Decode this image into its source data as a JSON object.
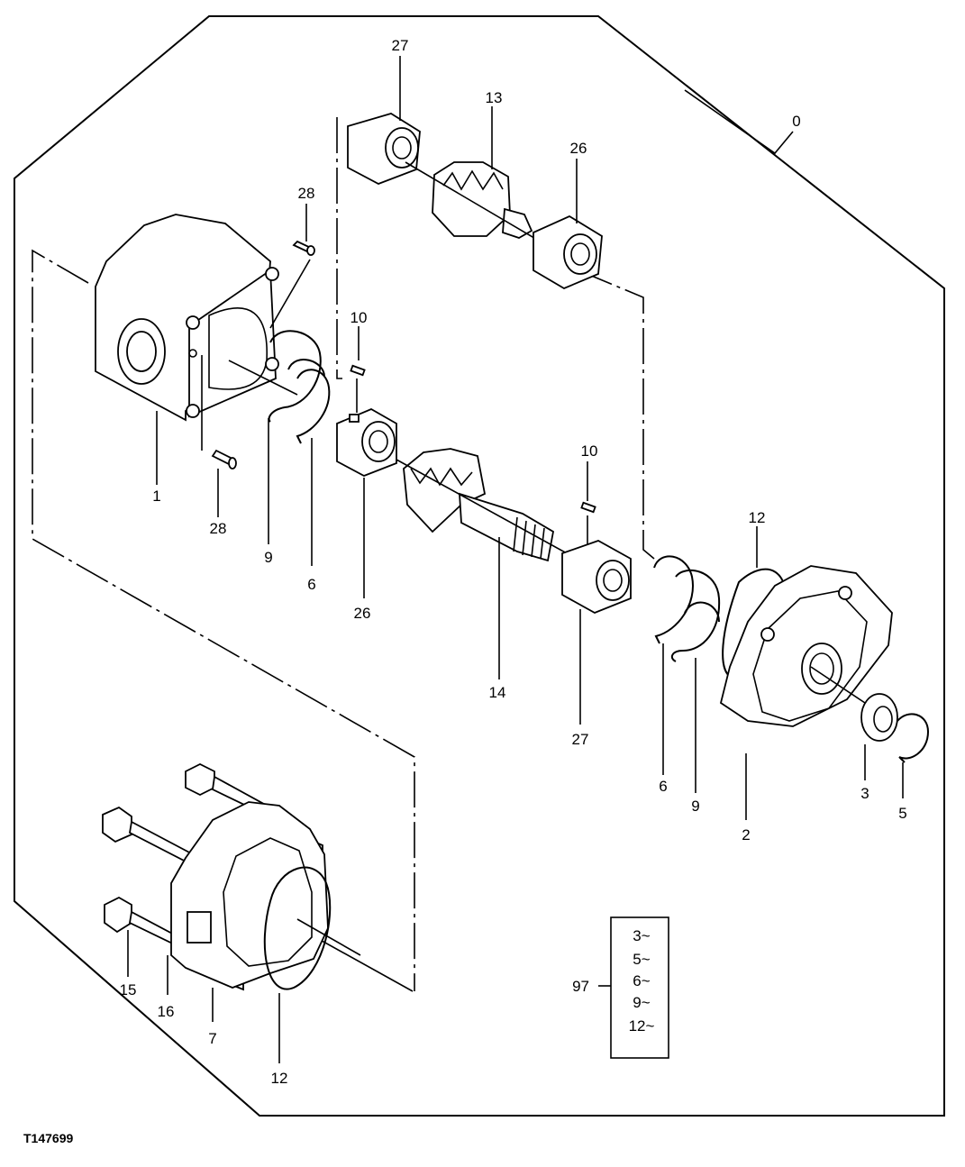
{
  "figure_id": "T147699",
  "callouts": {
    "c0": "0",
    "c1": "1",
    "c2": "2",
    "c3": "3",
    "c5": "5",
    "c6a": "6",
    "c6b": "6",
    "c7": "7",
    "c9a": "9",
    "c9b": "9",
    "c10a": "10",
    "c10b": "10",
    "c12a": "12",
    "c12b": "12",
    "c13": "13",
    "c14": "14",
    "c15": "15",
    "c16": "16",
    "c26a": "26",
    "c26b": "26",
    "c27a": "27",
    "c27b": "27",
    "c28a": "28",
    "c28b": "28"
  },
  "kit": {
    "label": "97",
    "items": [
      "3~",
      "5~",
      "6~",
      "9~",
      "12~"
    ]
  }
}
